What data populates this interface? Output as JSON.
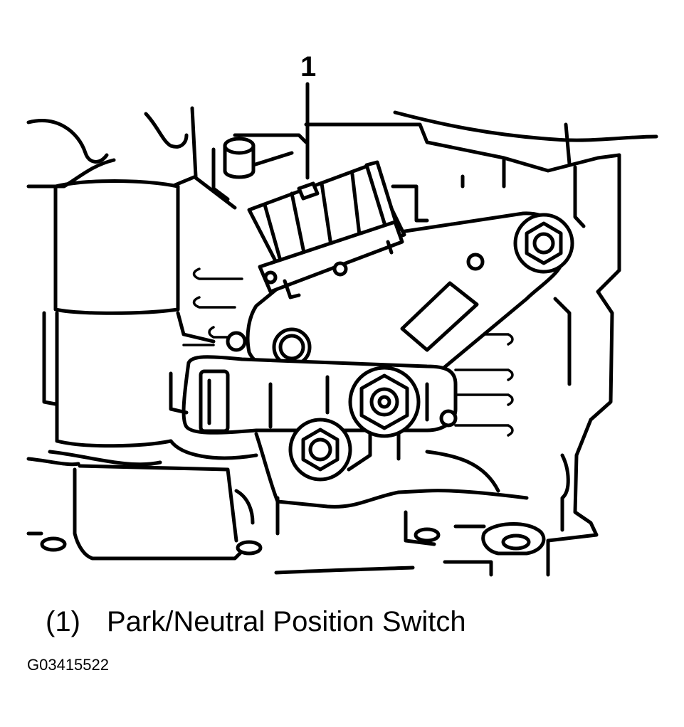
{
  "callout": {
    "number": "1"
  },
  "legend": {
    "key": "(1)",
    "label": "Park/Neutral Position Switch"
  },
  "figure_id": "G03415522",
  "colors": {
    "line": "#000000",
    "background": "#ffffff"
  },
  "components": [
    {
      "callout": "1",
      "name": "park-neutral-position-switch"
    }
  ]
}
